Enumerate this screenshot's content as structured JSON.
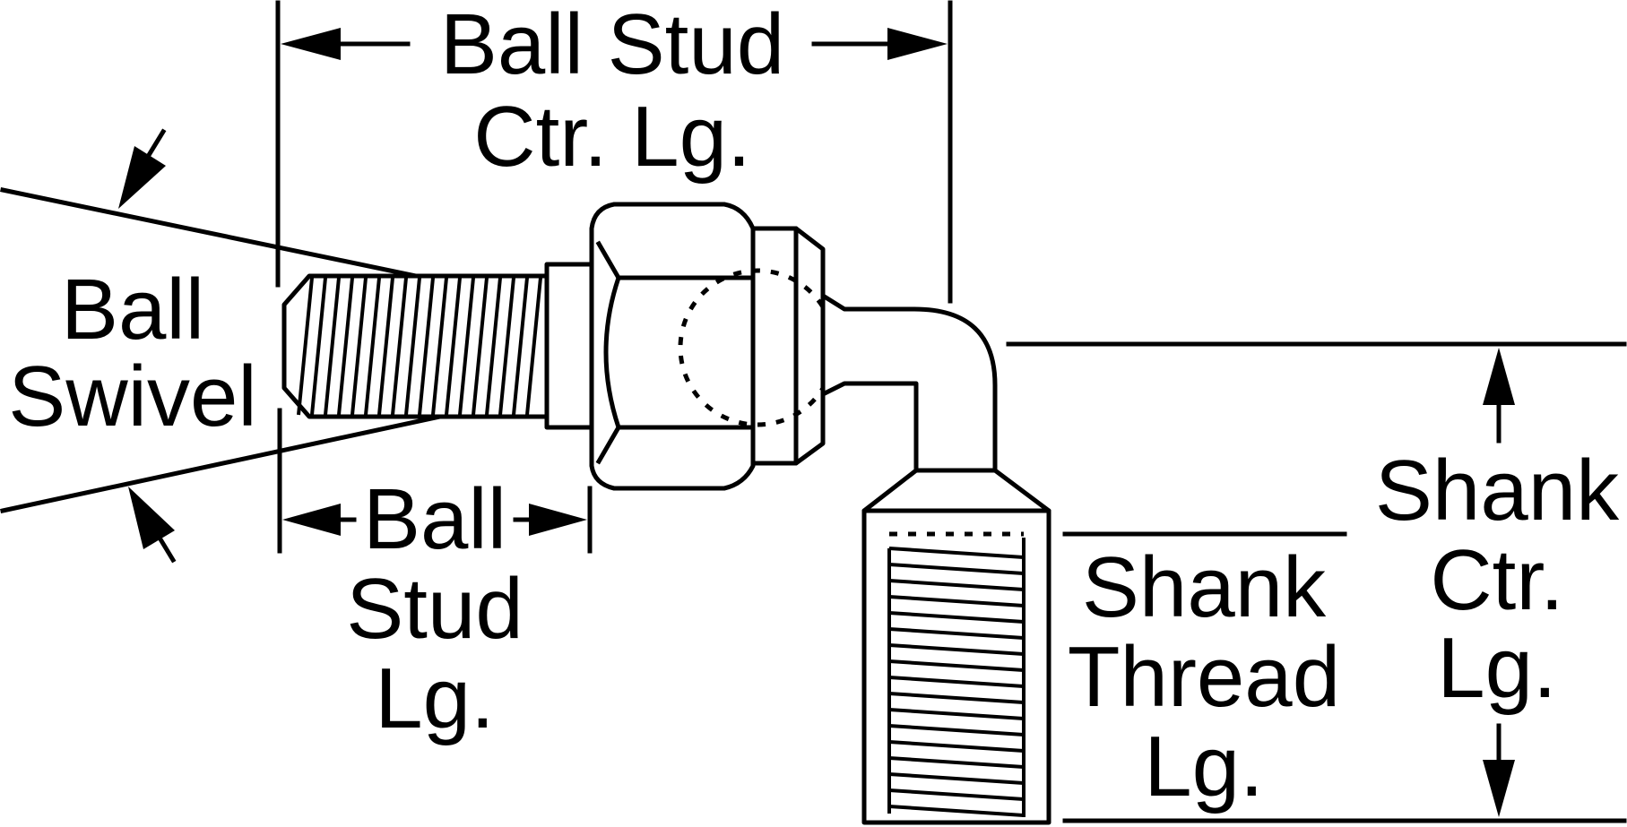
{
  "labels": {
    "ball_stud_ctr_lg": [
      "Ball Stud",
      "Ctr. Lg."
    ],
    "ball_swivel": [
      "Ball",
      "Swivel"
    ],
    "ball_stud_lg": [
      "Ball",
      "Stud",
      "Lg."
    ],
    "shank_thread_lg": [
      "Shank",
      "Thread",
      "Lg."
    ],
    "shank_ctr_lg": [
      "Shank",
      "Ctr.",
      "Lg."
    ]
  },
  "colors": {
    "ink": "#000000",
    "background": "#ffffff"
  }
}
